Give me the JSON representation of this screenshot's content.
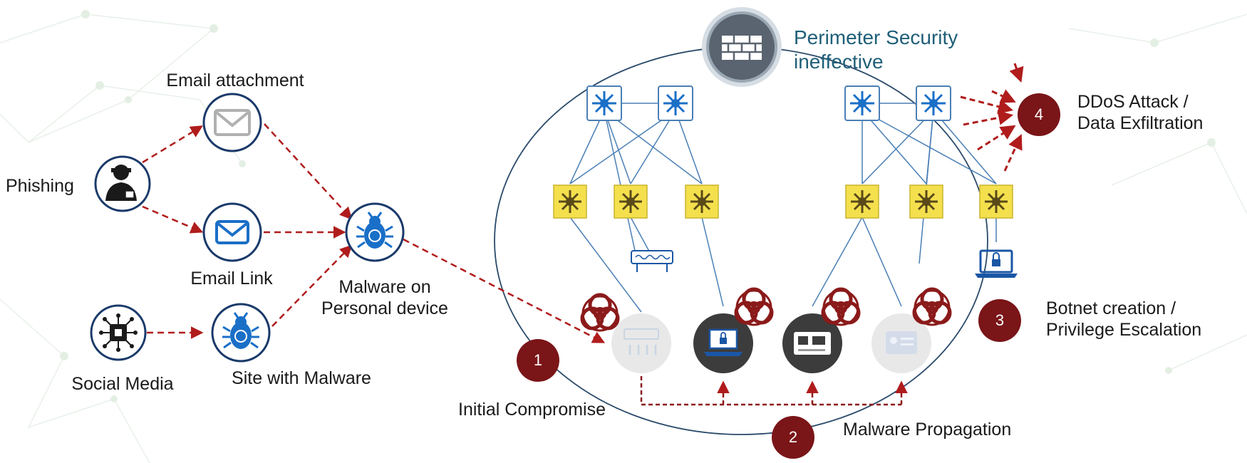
{
  "threat_sources": {
    "phishing": "Phishing",
    "email_attachment": "Email attachment",
    "email_link": "Email Link",
    "social_media": "Social Media",
    "site_with_malware": "Site with Malware",
    "malware_personal_device": [
      "Malware on",
      "Personal device"
    ]
  },
  "network": {
    "perimeter": [
      "Perimeter Security",
      "ineffective"
    ],
    "stages": [
      {
        "number": "1",
        "label": [
          "Initial Compromise"
        ]
      },
      {
        "number": "2",
        "label": [
          "Malware Propagation"
        ]
      },
      {
        "number": "3",
        "label": [
          "Botnet creation /",
          "Privilege Escalation"
        ]
      },
      {
        "number": "4",
        "label": [
          "DDoS Attack /",
          "Data Exfiltration"
        ]
      }
    ]
  },
  "colors": {
    "attack_arrow": "#b01c1c",
    "stage_badge": "#7a1518",
    "device_outline": "#1a56a5",
    "network_line": "#4a7fb5",
    "access_switch": "#f4e04d",
    "biohazard": "#8b1a1a",
    "perimeter_text": "#1f5f78"
  },
  "icons": {
    "phishing": "hacker-icon",
    "email_attachment": "envelope-icon",
    "email_link": "envelope-icon",
    "social_media": "social-hub-icon",
    "site_with_malware": "bug-icon",
    "malware_personal_device": "bug-icon",
    "perimeter": "firewall-icon",
    "core_switch": "switch-icon",
    "access_switch": "switch-icon",
    "infection": "biohazard-icon",
    "endpoint": "laptop-lock-icon"
  }
}
